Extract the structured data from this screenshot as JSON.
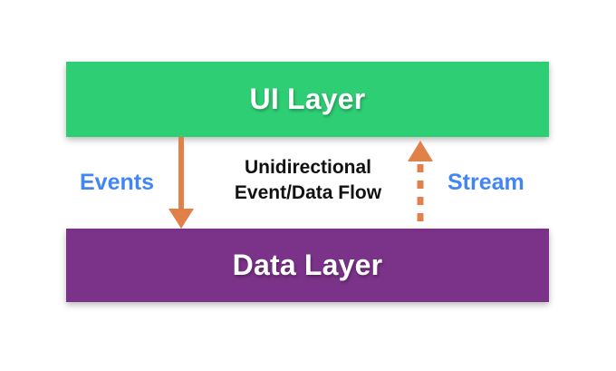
{
  "diagram": {
    "title": "Unidirectional Event/Data Flow between UI Layer and Data Layer",
    "background_color": "#FFFFFF",
    "layers": [
      {
        "id": "ui-layer",
        "label": "UI Layer",
        "fill_color": "#2ECE74",
        "text_color": "#FFFFFF",
        "position": "top"
      },
      {
        "id": "data-layer",
        "label": "Data Layer",
        "fill_color": "#7B3289",
        "text_color": "#FFFFFF",
        "position": "bottom"
      }
    ],
    "center_caption": {
      "line1": "Unidirectional",
      "line2": "Event/Data Flow",
      "text_color": "#111111"
    },
    "flows": [
      {
        "id": "events-flow",
        "label": "Events",
        "label_color": "#4285F4",
        "direction": "down",
        "from": "UI Layer",
        "to": "Data Layer",
        "line_style": "solid",
        "arrow_color": "#E2804A"
      },
      {
        "id": "stream-flow",
        "label": "Stream",
        "label_color": "#4285F4",
        "direction": "up",
        "from": "Data Layer",
        "to": "UI Layer",
        "line_style": "dashed",
        "arrow_color": "#E2804A"
      }
    ]
  }
}
